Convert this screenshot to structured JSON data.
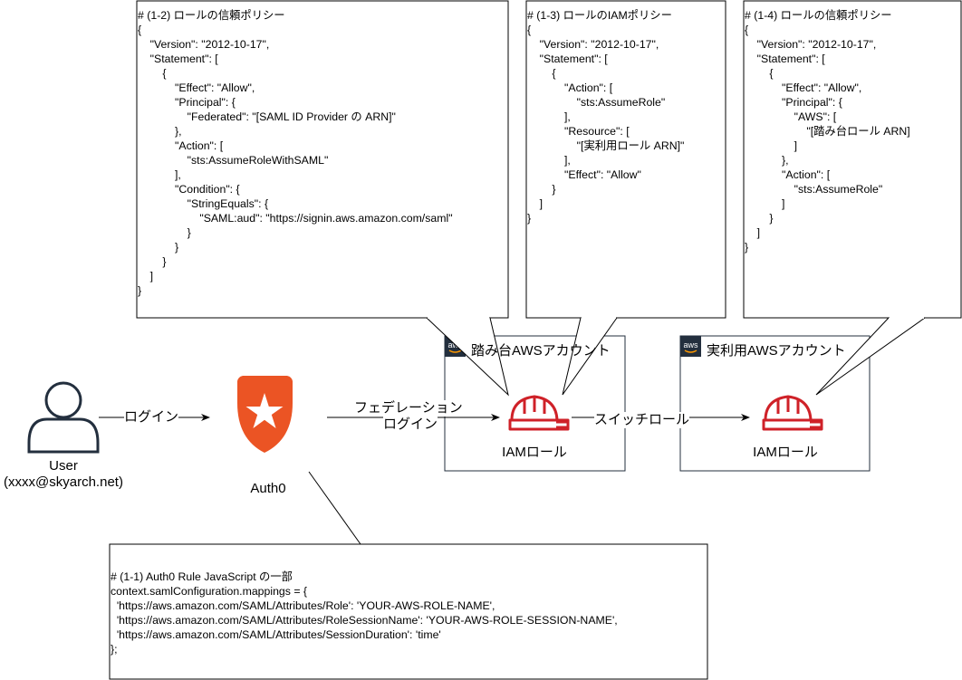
{
  "accent": "#cf2128",
  "auth0_color": "#eb5424",
  "nodes": {
    "user_label": "User",
    "user_email": "(xxxx@skyarch.net)",
    "auth0_label": "Auth0",
    "iam_role_1": "IAMロール",
    "iam_role_2": "IAMロール"
  },
  "accounts": {
    "jump": "踏み台AWSアカウント",
    "prod": "実利用AWSアカウント",
    "aws_badge": "aws"
  },
  "edges": {
    "login": "ログイン",
    "federation_line1": "フェデレーション",
    "federation_line2": "ログイン",
    "switch_role": "スイッチロール"
  },
  "notes": {
    "note_1_2": "# (1-2) ロールの信頼ポリシー\n{\n    \"Version\": \"2012-10-17\",\n    \"Statement\": [\n        {\n            \"Effect\": \"Allow\",\n            \"Principal\": {\n                \"Federated\": \"[SAML ID Provider の ARN]\"\n            },\n            \"Action\": [\n                \"sts:AssumeRoleWithSAML\"\n            ],\n            \"Condition\": {\n                \"StringEquals\": {\n                    \"SAML:aud\": \"https://signin.aws.amazon.com/saml\"\n                }\n            }\n        }\n    ]\n}",
    "note_1_3": "# (1-3) ロールのIAMポリシー\n{\n    \"Version\": \"2012-10-17\",\n    \"Statement\": [\n        {\n            \"Action\": [\n                \"sts:AssumeRole\"\n            ],\n            \"Resource\": [\n                \"[実利用ロール ARN]\"\n            ],\n            \"Effect\": \"Allow\"\n        }\n    ]\n}",
    "note_1_4": "# (1-4) ロールの信頼ポリシー\n{\n    \"Version\": \"2012-10-17\",\n    \"Statement\": [\n        {\n            \"Effect\": \"Allow\",\n            \"Principal\": {\n                \"AWS\": [\n                    \"[踏み台ロール ARN]\n                ]\n            },\n            \"Action\": [\n                \"sts:AssumeRole\"\n            ]\n        }\n    ]\n}",
    "note_1_1": "# (1-1) Auth0 Rule JavaScript の一部\ncontext.samlConfiguration.mappings = {\n  'https://aws.amazon.com/SAML/Attributes/Role': 'YOUR-AWS-ROLE-NAME',\n  'https://aws.amazon.com/SAML/Attributes/RoleSessionName': 'YOUR-AWS-ROLE-SESSION-NAME',\n  'https://aws.amazon.com/SAML/Attributes/SessionDuration': 'time'\n};"
  }
}
